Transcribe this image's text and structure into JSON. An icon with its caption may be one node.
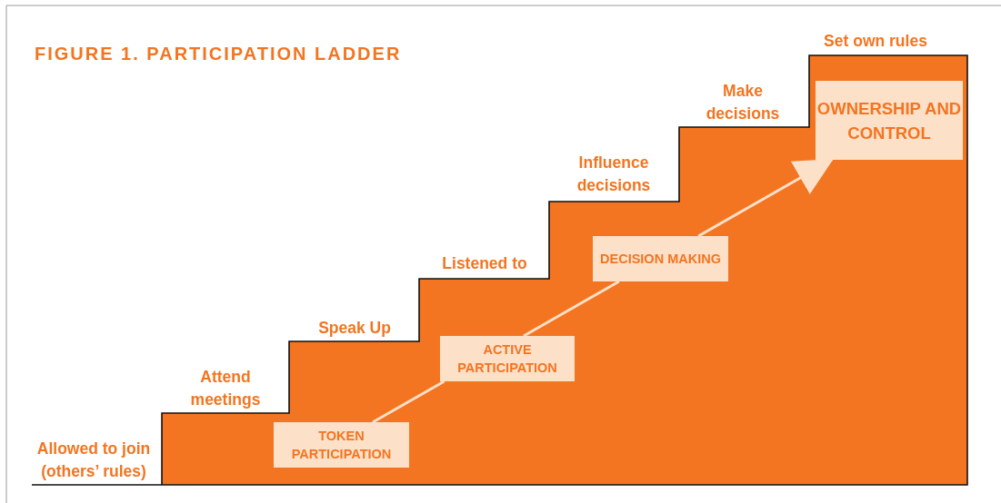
{
  "diagram": {
    "title": "FIGURE 1. PARTICIPATION LADDER",
    "nodes": [
      {
        "text": [
          "TOKEN PARTICIPATION"
        ]
      },
      {
        "text": [
          "ACTIVE PARTICIPATION"
        ]
      },
      {
        "text": [
          "DECISION MAKING"
        ]
      },
      {
        "text": [
          "OWNERSHIP AND CONTROL"
        ]
      }
    ],
    "edges": [
      {
        "from": 0,
        "to": 1,
        "arrow": "none"
      },
      {
        "from": 1,
        "to": 2,
        "arrow": "none"
      },
      {
        "from": 2,
        "to": 3,
        "arrow": "to"
      }
    ],
    "labels": [
      "Set own rules",
      "Make decisions",
      "Influence decisions",
      "Listened to",
      "Speak Up",
      "Attend meetings",
      "Allowed to join (others’ rules)"
    ]
  }
}
